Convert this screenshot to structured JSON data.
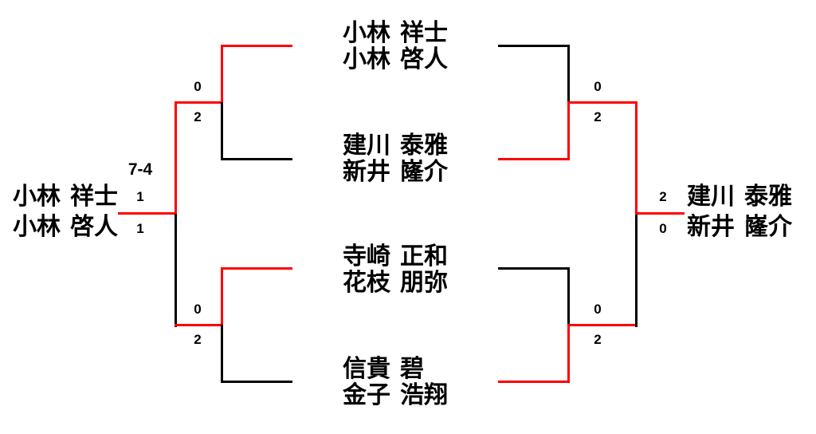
{
  "diagram": {
    "type": "tournament-bracket",
    "colors": {
      "winner_path": "#ff0000",
      "loser_path": "#000000",
      "text": "#000000",
      "background": "#ffffff"
    }
  },
  "entrants": {
    "left_outer": {
      "surname": "小林",
      "given": "祥士"
    },
    "left_outer_partner": {
      "surname": "小林",
      "given": "啓人"
    },
    "center_1_top": {
      "surname": "小林",
      "given": "祥士"
    },
    "center_1_bottom": {
      "surname": "小林",
      "given": "啓人"
    },
    "center_2_top": {
      "surname": "建川",
      "given": "泰雅"
    },
    "center_2_bottom": {
      "surname": "新井",
      "given": "嶐介"
    },
    "center_3_top": {
      "surname": "寺崎",
      "given": "正和"
    },
    "center_3_bottom": {
      "surname": "花枝",
      "given": "朋弥"
    },
    "center_4_top": {
      "surname": "信貴",
      "given": "碧"
    },
    "center_4_bottom": {
      "surname": "金子",
      "given": "浩翔"
    },
    "champion_top": {
      "surname": "建川",
      "given": "泰雅"
    },
    "champion_bottom": {
      "surname": "新井",
      "given": "嶐介"
    }
  },
  "scores": {
    "left_first_round_games": "7-4",
    "left_first_round_top": "1",
    "left_first_round_bottom": "1",
    "left_upper_semi_top": "0",
    "left_upper_semi_bottom": "2",
    "left_lower_semi_top": "0",
    "left_lower_semi_bottom": "2",
    "right_upper_semi_top": "0",
    "right_upper_semi_bottom": "2",
    "right_lower_semi_top": "0",
    "right_lower_semi_bottom": "2",
    "final_top": "2",
    "final_bottom": "0"
  }
}
